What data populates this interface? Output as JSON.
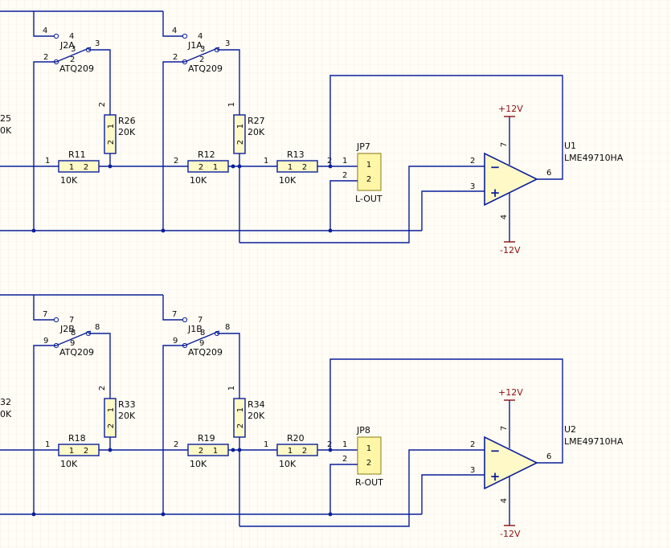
{
  "colors": {
    "wire": "#0a1e9a",
    "supply": "#8a1010",
    "background": "#fffdf6",
    "component_fill": "#fff9c8"
  },
  "top": {
    "left_res": {
      "name": "25",
      "value": "0K"
    },
    "j2": {
      "name": "J2A",
      "part": "ATQ209",
      "p_top": "4",
      "p_top2": "4",
      "p_com": "2",
      "p_com2": "2",
      "p_sw": "3",
      "p_sw2": "3"
    },
    "j1": {
      "name": "J1A",
      "part": "ATQ209",
      "p_top": "4",
      "p_top2": "4",
      "p_com": "2",
      "p_com2": "2",
      "p_sw": "3",
      "p_sw2": "3"
    },
    "rA": {
      "name": "R26",
      "value": "20K",
      "p1": "1",
      "p2": "2",
      "n_top": "2"
    },
    "rB": {
      "name": "R27",
      "value": "20K",
      "p1": "1",
      "p2": "2",
      "n_top": "1"
    },
    "r1": {
      "name": "R11",
      "value": "10K",
      "p1": "1",
      "p2": "2",
      "n_left": "1"
    },
    "r2": {
      "name": "R12",
      "value": "10K",
      "p1": "2",
      "p2": "1",
      "n_left": "2"
    },
    "r3": {
      "name": "R13",
      "value": "10K",
      "p1": "1",
      "p2": "2",
      "n_left": "1",
      "n_right": "2"
    },
    "jp": {
      "name": "JP7",
      "label": "L-OUT",
      "p1": "1",
      "p2": "2",
      "n1": "1",
      "n2": "2"
    },
    "u": {
      "name": "U1",
      "part": "LME49710HA",
      "pin_minus": "2",
      "pin_plus": "3",
      "pin_out": "6",
      "pin_vp": "7",
      "pin_vm": "4",
      "minus": "−",
      "plus": "+"
    },
    "vpos": "+12V",
    "vneg": "-12V"
  },
  "bottom": {
    "left_res": {
      "name": "32",
      "value": "0K"
    },
    "j2": {
      "name": "J2B",
      "part": "ATQ209",
      "p_top": "7",
      "p_top2": "7",
      "p_com": "9",
      "p_com2": "9",
      "p_sw": "8",
      "p_sw2": "8"
    },
    "j1": {
      "name": "J1B",
      "part": "ATQ209",
      "p_top": "7",
      "p_top2": "7",
      "p_com": "9",
      "p_com2": "9",
      "p_sw": "8",
      "p_sw2": "8"
    },
    "rA": {
      "name": "R33",
      "value": "20K",
      "p1": "1",
      "p2": "2",
      "n_top": "2"
    },
    "rB": {
      "name": "R34",
      "value": "20K",
      "p1": "1",
      "p2": "2",
      "n_top": "1"
    },
    "r1": {
      "name": "R18",
      "value": "10K",
      "p1": "1",
      "p2": "2",
      "n_left": "1"
    },
    "r2": {
      "name": "R19",
      "value": "10K",
      "p1": "2",
      "p2": "1",
      "n_left": "2"
    },
    "r3": {
      "name": "R20",
      "value": "10K",
      "p1": "1",
      "p2": "2",
      "n_left": "1",
      "n_right": "2"
    },
    "jp": {
      "name": "JP8",
      "label": "R-OUT",
      "p1": "1",
      "p2": "2",
      "n1": "1",
      "n2": "2"
    },
    "u": {
      "name": "U2",
      "part": "LME49710HA",
      "pin_minus": "2",
      "pin_plus": "3",
      "pin_out": "6",
      "pin_vp": "7",
      "pin_vm": "4",
      "minus": "−",
      "plus": "+"
    },
    "vpos": "+12V",
    "vneg": "-12V"
  }
}
